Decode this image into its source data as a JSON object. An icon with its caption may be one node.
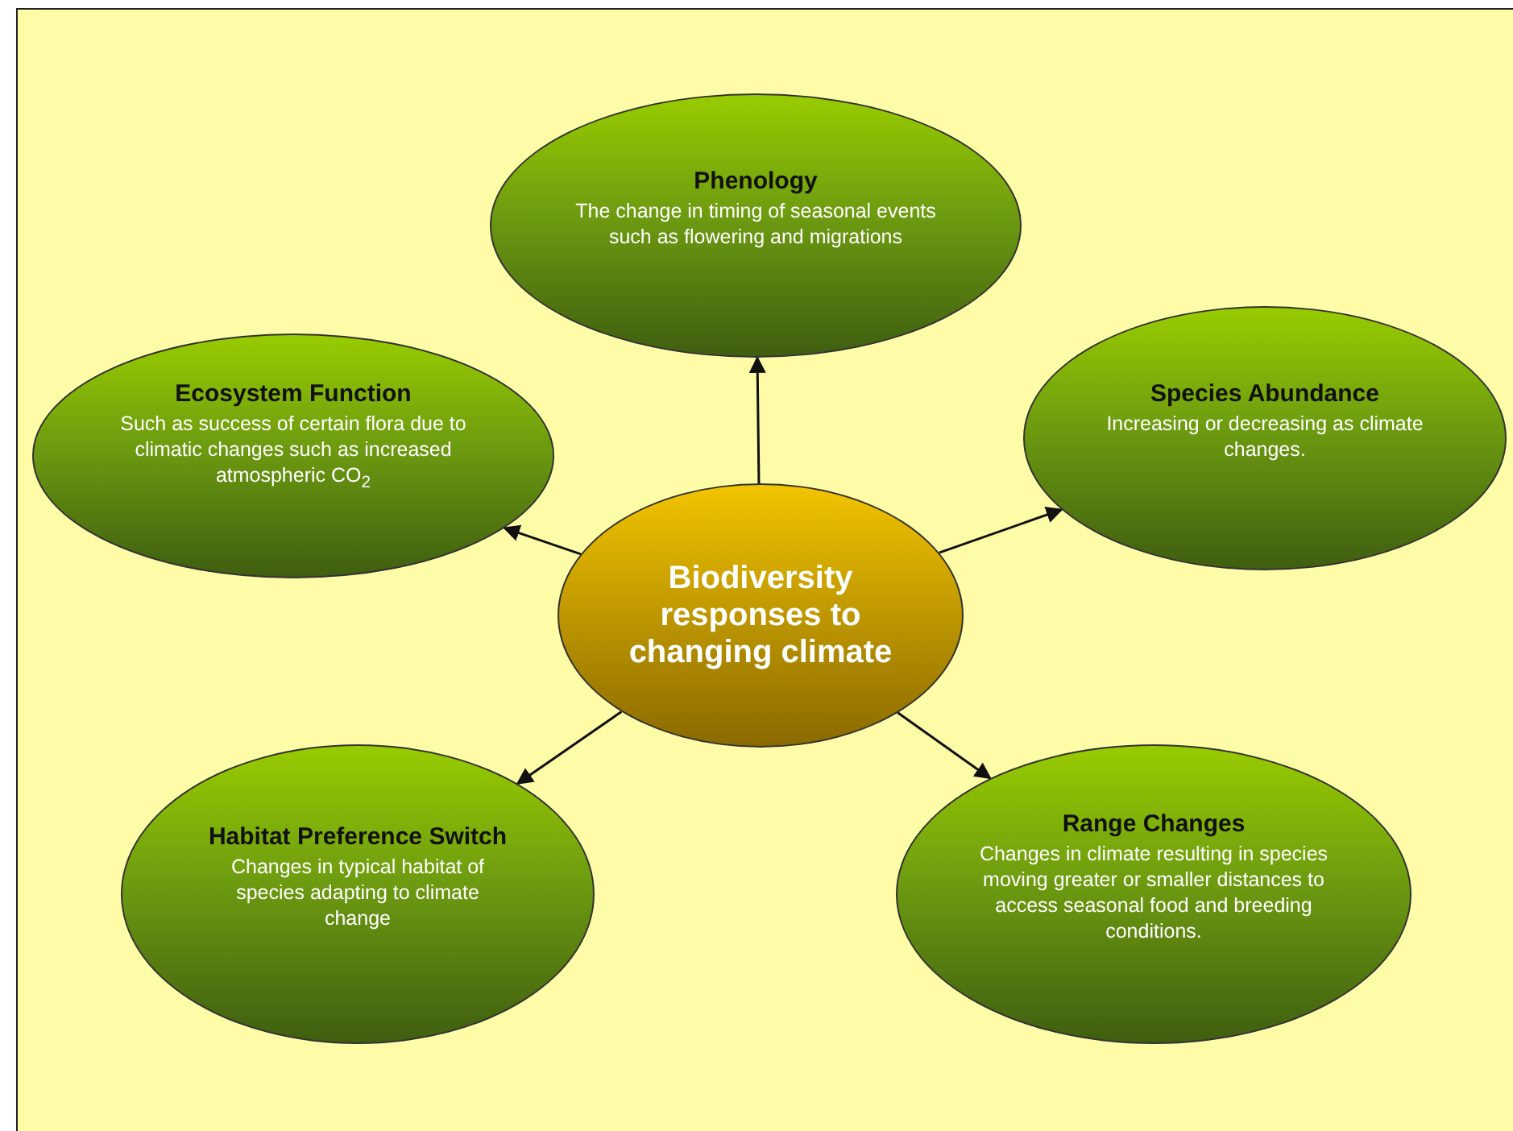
{
  "diagram": {
    "nodes": [
      {
        "text": [
          "Phenology",
          "The change in timing of seasonal events such as flowering and migrations"
        ]
      },
      {
        "text": [
          "Ecosystem Function",
          "Such as success of certain flora due to climatic changes such as increased atmospheric CO$_{2}$"
        ]
      },
      {
        "text": [
          "Species Abundance",
          "Increasing or decreasing as climate changes."
        ]
      },
      {
        "text": [
          "Biodiversity responses to changing climate"
        ]
      },
      {
        "text": [
          "Habitat Preference Switch",
          "Changes in typical habitat of species adapting to climate change"
        ]
      },
      {
        "text": [
          "Range Changes",
          "Changes in climate resulting in species moving greater or smaller distances to access seasonal food and breeding conditions."
        ]
      }
    ],
    "edges": [
      {
        "from": 3,
        "to": 0,
        "arrow": "to"
      },
      {
        "from": 3,
        "to": 1,
        "arrow": "to"
      },
      {
        "from": 3,
        "to": 2,
        "arrow": "to"
      },
      {
        "from": 3,
        "to": 4,
        "arrow": "to"
      },
      {
        "from": 3,
        "to": 5,
        "arrow": "to"
      }
    ]
  }
}
